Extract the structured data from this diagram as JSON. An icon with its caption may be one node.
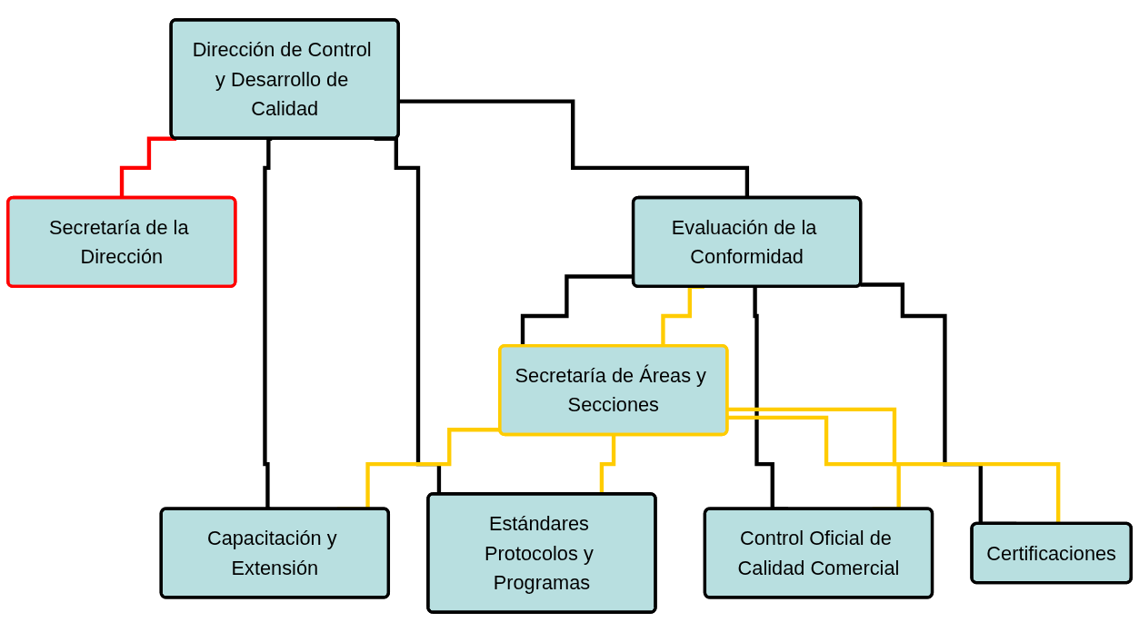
{
  "diagram": {
    "nodes": [
      {
        "text": [
          "Dirección de Control y Desarrollo de Calidad"
        ]
      },
      {
        "text": [
          "Secretaría de la Dirección"
        ]
      },
      {
        "text": [
          "Evaluación de la Conformidad"
        ]
      },
      {
        "text": [
          "Capacitación y Extensión"
        ]
      },
      {
        "text": [
          "Estándares Protocolos y Programas"
        ]
      },
      {
        "text": [
          "Secretaría de Áreas y Secciones"
        ]
      },
      {
        "text": [
          "Control Oficial de Calidad Comercial"
        ]
      },
      {
        "text": [
          "Certificaciones"
        ]
      }
    ],
    "edges": [
      {
        "from": 0,
        "to": 1,
        "arrow": "none",
        "color": "#ff0000"
      },
      {
        "from": 0,
        "to": 2,
        "arrow": "none"
      },
      {
        "from": 0,
        "to": 3,
        "arrow": "none"
      },
      {
        "from": 0,
        "to": 4,
        "arrow": "none"
      },
      {
        "from": 2,
        "to": 5,
        "arrow": "none"
      },
      {
        "from": 2,
        "to": 6,
        "arrow": "none"
      },
      {
        "from": 2,
        "to": 7,
        "arrow": "none"
      },
      {
        "from": 5,
        "to": 2,
        "arrow": "none",
        "color": "#ffcc00"
      },
      {
        "from": 5,
        "to": 3,
        "arrow": "none",
        "color": "#ffcc00"
      },
      {
        "from": 5,
        "to": 4,
        "arrow": "none",
        "color": "#ffcc00"
      },
      {
        "from": 5,
        "to": 6,
        "arrow": "none",
        "color": "#ffcc00"
      },
      {
        "from": 5,
        "to": 7,
        "arrow": "none",
        "color": "#ffcc00"
      }
    ]
  }
}
